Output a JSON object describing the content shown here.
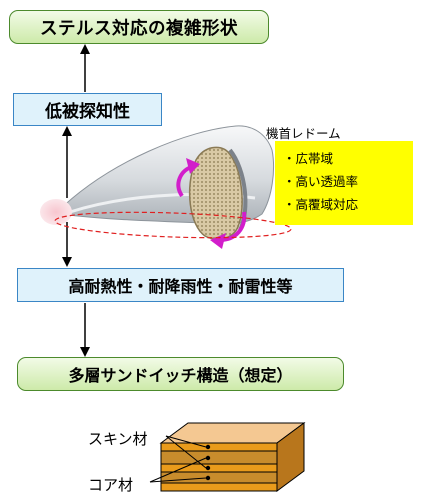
{
  "title": "ステルス対応の複雑形状",
  "stealth": "低被探知性",
  "radome": {
    "label": "機首レドーム",
    "features": [
      "・広帯域",
      "・高い透過率",
      "・高覆域対応"
    ]
  },
  "durability": "高耐熱性・耐降雨性・耐雷性等",
  "structure": "多層サンドイッチ構造（想定）",
  "layers": {
    "skin": "スキン材",
    "core": "コア材"
  }
}
